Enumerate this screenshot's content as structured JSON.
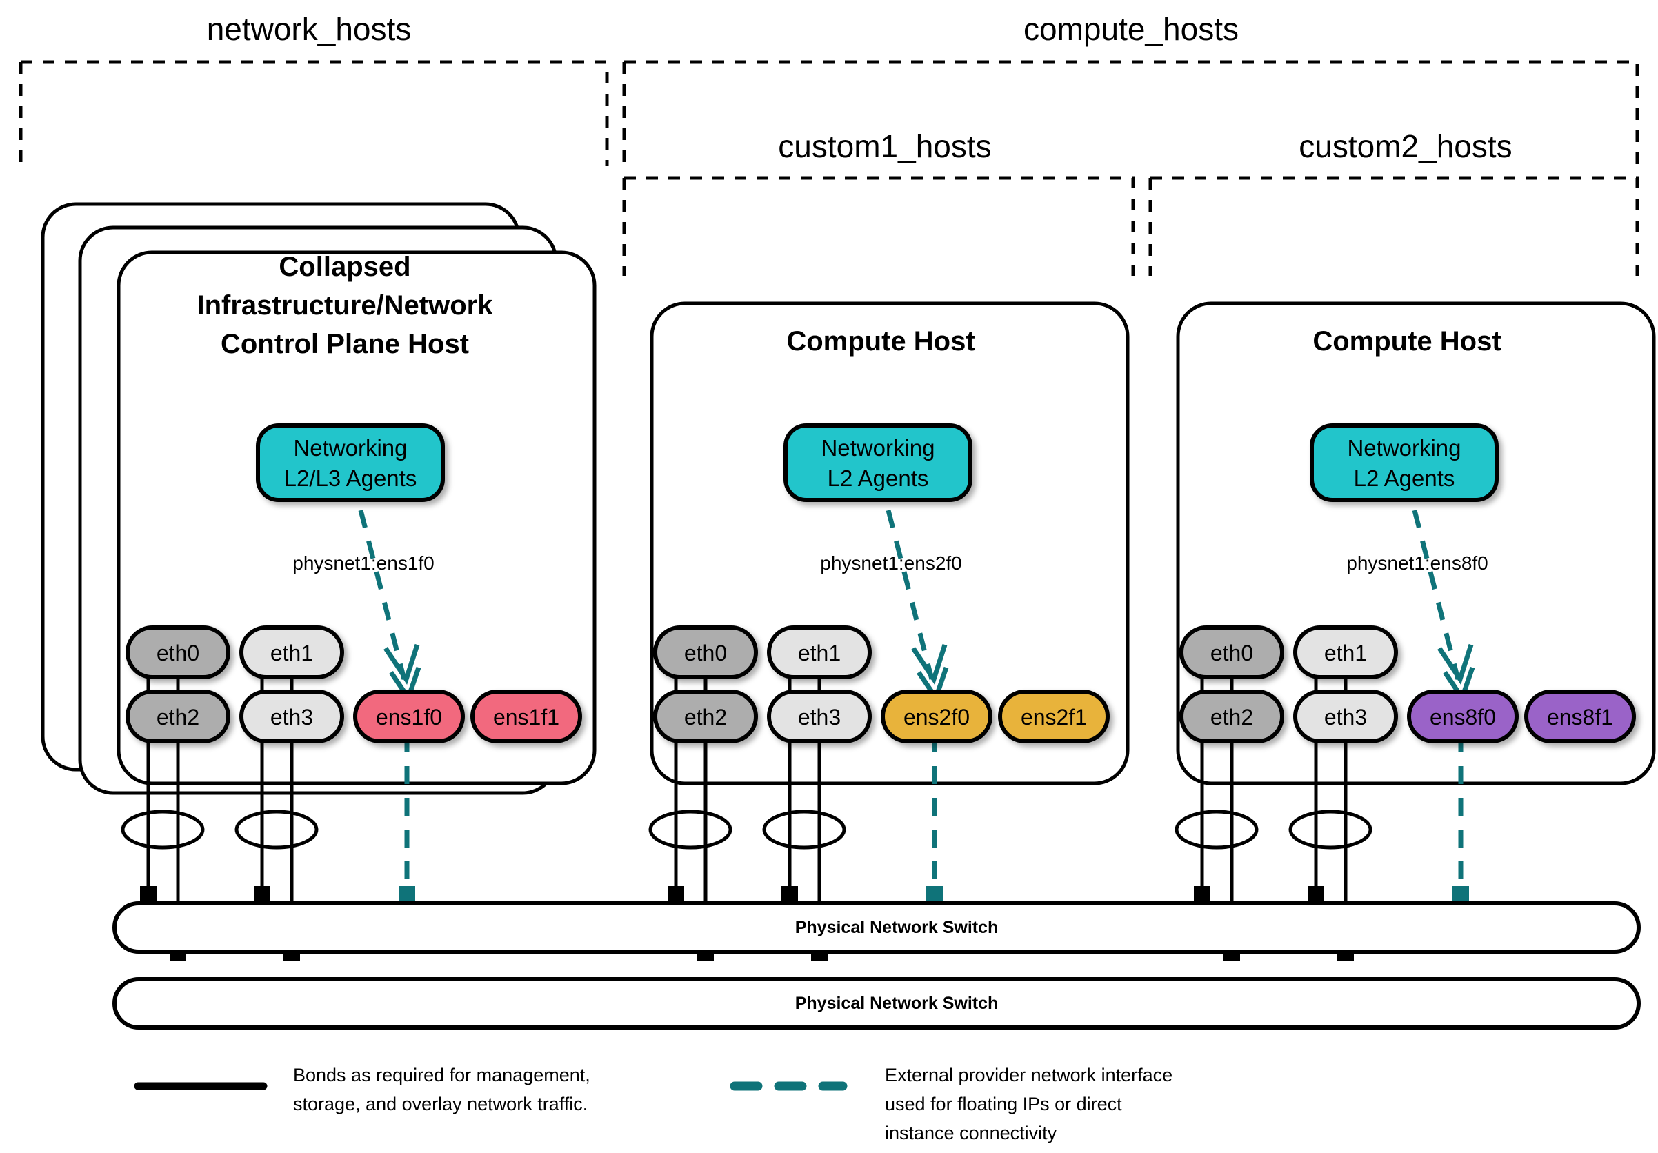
{
  "groups": [
    {
      "id": "network_hosts",
      "label": "network_hosts"
    },
    {
      "id": "compute_hosts",
      "label": "compute_hosts"
    },
    {
      "id": "custom1_hosts",
      "label": "custom1_hosts"
    },
    {
      "id": "custom2_hosts",
      "label": "custom2_hosts"
    }
  ],
  "hosts": [
    {
      "id": "control-plane-host",
      "title_lines": [
        "Collapsed",
        "Infrastructure/Network",
        "Control Plane Host"
      ],
      "stacked": true,
      "agent": {
        "lines": [
          "Networking",
          "L2/L3 Agents"
        ],
        "color": "#22C5CB",
        "text_color": "#000000"
      },
      "physnet_label": "physnet1:ens1f0",
      "nics_top": [
        {
          "name": "eth0",
          "color": "#ADADAD",
          "text_color": "#000000"
        },
        {
          "name": "eth1",
          "color": "#E3E3E3",
          "text_color": "#000000"
        }
      ],
      "nics_bottom": [
        {
          "name": "eth2",
          "color": "#ADADAD",
          "text_color": "#000000"
        },
        {
          "name": "eth3",
          "color": "#E3E3E3",
          "text_color": "#000000"
        },
        {
          "name": "ens1f0",
          "color": "#F2697E",
          "text_color": "#000000"
        },
        {
          "name": "ens1f1",
          "color": "#F2697E",
          "text_color": "#000000"
        }
      ]
    },
    {
      "id": "compute-host-1",
      "title_lines": [
        "Compute Host"
      ],
      "stacked": false,
      "agent": {
        "lines": [
          "Networking",
          "L2 Agents"
        ],
        "color": "#22C5CB",
        "text_color": "#000000"
      },
      "physnet_label": "physnet1:ens2f0",
      "nics_top": [
        {
          "name": "eth0",
          "color": "#ADADAD",
          "text_color": "#000000"
        },
        {
          "name": "eth1",
          "color": "#E3E3E3",
          "text_color": "#000000"
        }
      ],
      "nics_bottom": [
        {
          "name": "eth2",
          "color": "#ADADAD",
          "text_color": "#000000"
        },
        {
          "name": "eth3",
          "color": "#E3E3E3",
          "text_color": "#000000"
        },
        {
          "name": "ens2f0",
          "color": "#E8B33B",
          "text_color": "#000000"
        },
        {
          "name": "ens2f1",
          "color": "#E8B33B",
          "text_color": "#000000"
        }
      ]
    },
    {
      "id": "compute-host-2",
      "title_lines": [
        "Compute Host"
      ],
      "stacked": false,
      "agent": {
        "lines": [
          "Networking",
          "L2 Agents"
        ],
        "color": "#22C5CB",
        "text_color": "#000000"
      },
      "physnet_label": "physnet1:ens8f0",
      "nics_top": [
        {
          "name": "eth0",
          "color": "#ADADAD",
          "text_color": "#000000"
        },
        {
          "name": "eth1",
          "color": "#E3E3E3",
          "text_color": "#000000"
        }
      ],
      "nics_bottom": [
        {
          "name": "eth2",
          "color": "#ADADAD",
          "text_color": "#000000"
        },
        {
          "name": "eth3",
          "color": "#E3E3E3",
          "text_color": "#000000"
        },
        {
          "name": "ens8f0",
          "color": "#9A64C8",
          "text_color": "#FFFFFF"
        },
        {
          "name": "ens8f1",
          "color": "#9A64C8",
          "text_color": "#FFFFFF"
        }
      ]
    }
  ],
  "switches": [
    {
      "id": "switch-top",
      "label": "Physical Network Switch"
    },
    {
      "id": "switch-bottom",
      "label": "Physical Network Switch"
    }
  ],
  "legend": [
    {
      "id": "legend-bonds",
      "style": "solid",
      "color": "#000000",
      "lines": [
        "Bonds as required for management,",
        "storage, and overlay network traffic."
      ]
    },
    {
      "id": "legend-provider",
      "style": "dashed",
      "color": "#0F7379",
      "lines": [
        "External provider network interface",
        "used for floating IPs or direct",
        "instance connectivity"
      ]
    }
  ],
  "colors": {
    "provider_teal": "#0F7379",
    "agent_teal": "#22C5CB",
    "nic_gray_dark": "#ADADAD",
    "nic_gray_light": "#E3E3E3",
    "nic_pink": "#F2697E",
    "nic_orange": "#E8B33B",
    "nic_purple": "#9A64C8"
  }
}
